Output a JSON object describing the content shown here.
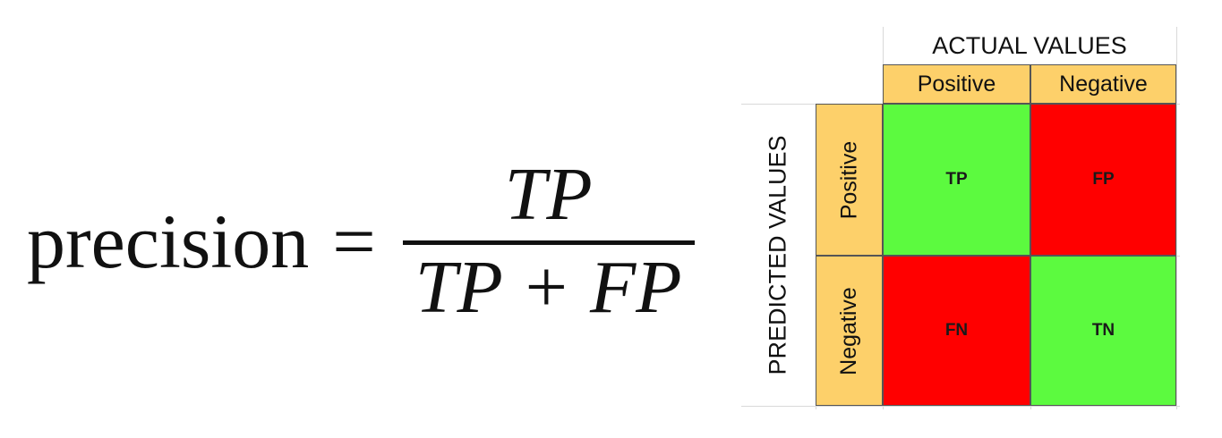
{
  "formula": {
    "label": "precision",
    "equals": "=",
    "numerator": "TP",
    "denominator": "TP + FP"
  },
  "matrix": {
    "actual_title": "ACTUAL VALUES",
    "predicted_title": "PREDICTED VALUES",
    "columns": [
      "Positive",
      "Negative"
    ],
    "rows": [
      "Positive",
      "Negative"
    ],
    "cells": {
      "tp": "TP",
      "fp": "FP",
      "fn": "FN",
      "tn": "TN"
    },
    "colors": {
      "header": "#fdd06a",
      "correct": "#5cfa3f",
      "incorrect": "#ff0000"
    }
  }
}
